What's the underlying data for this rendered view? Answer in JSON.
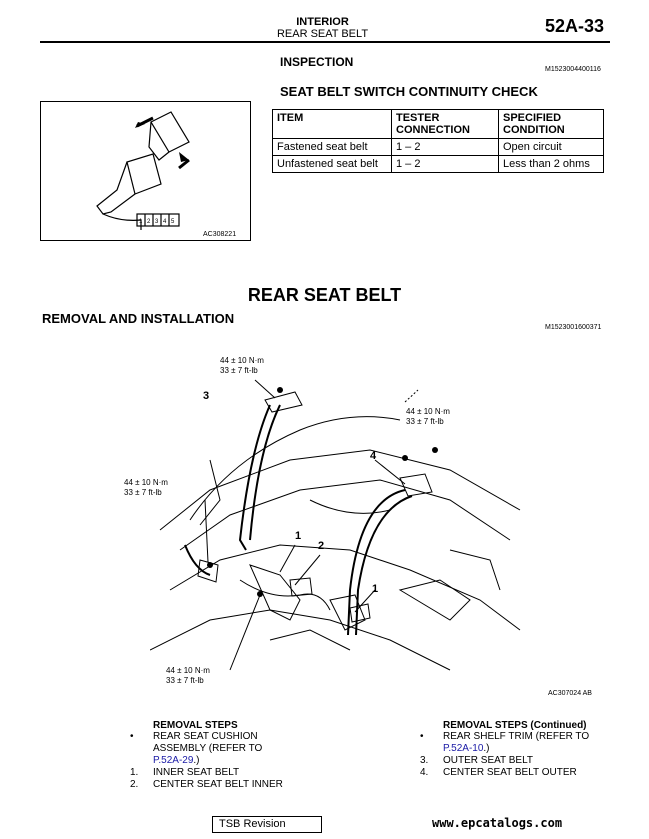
{
  "header": {
    "section": "INTERIOR",
    "subsection": "REAR SEAT BELT",
    "page_number": "52A-33"
  },
  "inspection": {
    "title": "INSPECTION",
    "code": "M1523004400116",
    "subtitle": "SEAT BELT SWITCH CONTINUITY CHECK",
    "figure_code": "AC308221",
    "table": {
      "headers": [
        "ITEM",
        "TESTER CONNECTION",
        "SPECIFIED CONDITION"
      ],
      "rows": [
        [
          "Fastened seat belt",
          "1 – 2",
          "Open circuit"
        ],
        [
          "Unfastened seat belt",
          "1 – 2",
          "Less than 2 ohms"
        ]
      ]
    }
  },
  "removal": {
    "main_title": "REAR SEAT BELT",
    "title": "REMOVAL AND INSTALLATION",
    "code": "M1523001600371",
    "figure_code": "AC307024 AB",
    "torque_labels": [
      {
        "nm": "44 ± 10 N·m",
        "ftlb": "33 ± 7 ft-lb"
      },
      {
        "nm": "44 ± 10 N·m",
        "ftlb": "33 ± 7 ft-lb"
      },
      {
        "nm": "44 ± 10 N·m",
        "ftlb": "33 ± 7 ft-lb"
      },
      {
        "nm": "44 ± 10 N·m",
        "ftlb": "33 ± 7 ft-lb"
      }
    ],
    "callouts": [
      "1",
      "2",
      "3",
      "4",
      "1"
    ]
  },
  "steps_left": {
    "title": "REMOVAL STEPS",
    "bullet": "•",
    "bullet_text_1": "REAR SEAT CUSHION",
    "bullet_text_2": "ASSEMBLY (REFER TO",
    "bullet_link": "P.52A-29",
    "bullet_tail": ".)",
    "items": [
      {
        "num": "1.",
        "text": "INNER SEAT BELT"
      },
      {
        "num": "2.",
        "text": "CENTER SEAT BELT INNER"
      }
    ]
  },
  "steps_right": {
    "title": "REMOVAL STEPS (Continued)",
    "bullet": "•",
    "bullet_text_1": "REAR SHELF TRIM (REFER TO",
    "bullet_link": "P.52A-10",
    "bullet_tail": ".)",
    "items": [
      {
        "num": "3.",
        "text": "OUTER SEAT BELT"
      },
      {
        "num": "4.",
        "text": "CENTER SEAT BELT OUTER"
      }
    ]
  },
  "footer": {
    "tsb": "TSB Revision",
    "watermark": "www.epcatalogs.com"
  }
}
